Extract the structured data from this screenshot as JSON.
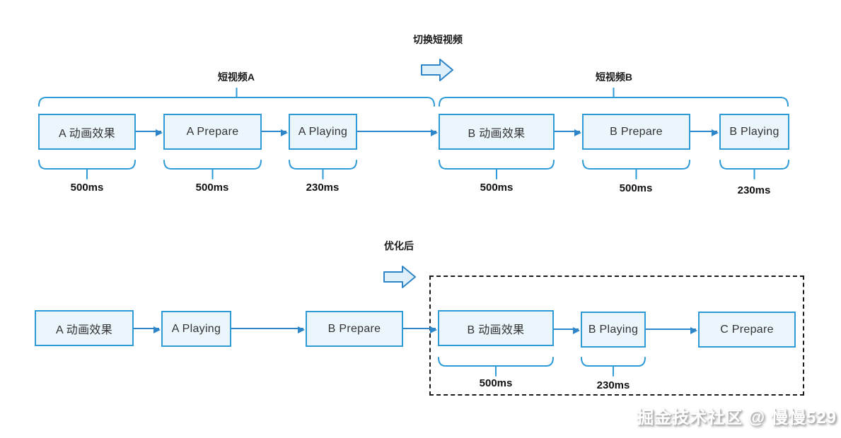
{
  "colors": {
    "node_border": "#2E9BD6",
    "node_fill": "#EAF5FC",
    "arrow": "#2E86C9",
    "brace": "#2E9BD6",
    "dashed_border": "#1A1A1A",
    "node_text": "#333333"
  },
  "sections": [
    {
      "title": "切换短视频",
      "groups": [
        {
          "label": "短视频A"
        },
        {
          "label": "短视频B"
        }
      ],
      "steps": [
        {
          "label": "A 动画效果",
          "duration": "500ms"
        },
        {
          "label": "A Prepare",
          "duration": "500ms"
        },
        {
          "label": "A Playing",
          "duration": "230ms"
        },
        {
          "label": "B 动画效果",
          "duration": "500ms"
        },
        {
          "label": "B Prepare",
          "duration": "500ms"
        },
        {
          "label": "B Playing",
          "duration": "230ms"
        }
      ]
    },
    {
      "title": "优化后",
      "steps": [
        {
          "label": "A 动画效果",
          "duration": ""
        },
        {
          "label": "A Playing",
          "duration": ""
        },
        {
          "label": "B Prepare",
          "duration": ""
        },
        {
          "label": "B 动画效果",
          "duration": "500ms"
        },
        {
          "label": "B Playing",
          "duration": "230ms"
        },
        {
          "label": "C Prepare",
          "duration": ""
        }
      ]
    }
  ],
  "watermark": {
    "text": "掘金技术社区 @ 慢慢529"
  }
}
